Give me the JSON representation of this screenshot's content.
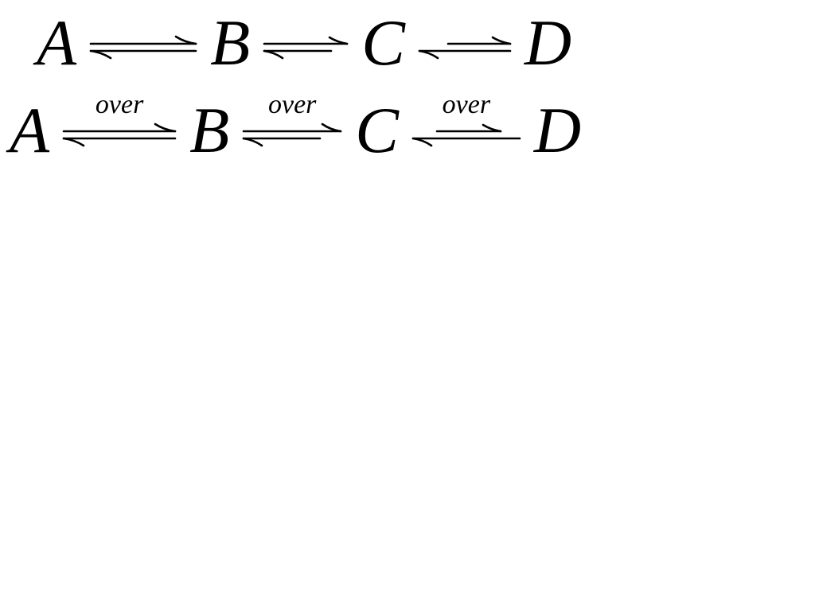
{
  "document": {
    "background_color": "#ffffff",
    "ink_color": "#000000",
    "line1": {
      "terms": [
        "A",
        "B",
        "C",
        "D"
      ]
    },
    "line2": {
      "terms": [
        "A",
        "B",
        "C",
        "D"
      ],
      "labels": [
        "over",
        "over",
        "over"
      ]
    }
  }
}
